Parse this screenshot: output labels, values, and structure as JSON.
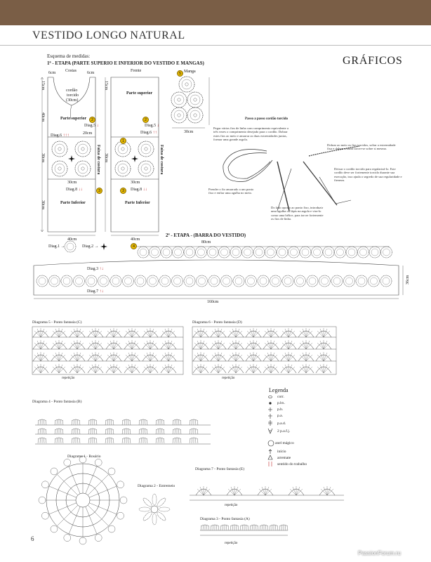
{
  "header": {
    "title": "VESTIDO LONGO NATURAL",
    "section": "GRÁFICOS"
  },
  "measures": {
    "caption": "Esquema de medidas:",
    "stage1": "1ª - ETAPA (PARTE SUPERIO E INFERIOR DO VESTIDO E MANGAS)",
    "costas": "Costas",
    "frente": "Frente",
    "manga": "Manga",
    "cm6a": "6cm",
    "cm6b": "6cm",
    "cordao": "cordão",
    "torcido": "torcido",
    "cm30cord": "(30cm)",
    "parte_superior_a": "Parte superior",
    "parte_superior_b": "Parte superior",
    "parte_inferior_a": "Parte Inferior",
    "parte_inferior_b": "Parte Inferior",
    "cm20": "20cm",
    "cm30a": "30cm",
    "cm30b": "30cm",
    "cm30c": "30cm",
    "cm40a": "40cm",
    "cm40b": "40cm",
    "cm15a": "15cm",
    "cm15b": "15cm",
    "cm40v": "40cm",
    "cm30va": "30cm",
    "cm30vb": "30cm",
    "cm30vc": "30cm",
    "faixa_a": "Faixa de costura",
    "faixa_b": "Faixa de costura",
    "diag6a": "Diag.6",
    "diag6b": "Diag.6",
    "diag5a": "Diag.5",
    "diag5b": "Diag.5",
    "diag8a": "Diag.8",
    "diag8b": "Diag.8",
    "badge1": "1",
    "badge2a": "2",
    "badge2b": "2",
    "badge3a": "3",
    "badge3b": "3",
    "badge5": "5",
    "badge4": "4"
  },
  "cord": {
    "title": "Passo a passo cordão torcido",
    "p1": "Pegar vários fios de linha com comprimento equivalente a três vezes o comprimento desejado para o cordão. Dobrar estes fios ao meio e amarrar as duas extremidades juntas, formar uma grande argola.",
    "p2": "Prender o fio amarrado a um ponto fixo e enfiar uma agulha no meio.",
    "p3": "Do lado oposto ao ponto fixo, introduzir uma agulha ou lápis na argola e vira-lo como uma hélice, para torcer fortemente os fios de linha.",
    "p4": "Dobrar ao meio os fios torcidos, soltar a extremidade fixa e dobrar a outra torcer-se sobre si mesmo.",
    "p5": "Deixar o cordão torcido para regularizá-lo. Este cordão deve ser fortemente torcido durante sua execução, isso ajuda o segredo de sua regularidade e firmeza."
  },
  "stage2": {
    "title": "2ª - ETAPA - (BARRA DO VESTIDO)",
    "cm80": "80cm",
    "cm160": "160cm",
    "cm36": "36cm",
    "diag1": "Diag.1",
    "diag2": "Diag.2",
    "diag3": "Diag.3",
    "diag7": "Diag.7"
  },
  "diagrams": {
    "d5": "Diagrama 5 - Ponto fantasia (C)",
    "d6": "Diagrama 6 - Ponto fantasia (D)",
    "d4": "Diagrama 4 - Ponto fantasia (B)",
    "d1": "Diagrama 1 - Rosário",
    "d2": "Diagrama 2 - Entremeio",
    "d7": "Diagrama 7 - Ponto fantasia (E)",
    "d3": "Diagrama 3 - Ponto fantasia (A)",
    "rep": "repetição"
  },
  "legend": {
    "title": "Legenda",
    "items": [
      "corr.",
      "p.bx.",
      "p.b.",
      "p.a.",
      "p.a.d.",
      "2 p.a.f.j.",
      "anel mágico",
      "início",
      "arremate",
      "sentido do trabalho"
    ]
  },
  "footer": {
    "page_number": "6",
    "watermark": "PassionForum.ru"
  },
  "colors": {
    "topbar": "#7a5e46",
    "accent": "#c0282a",
    "badge": "#e5b700"
  }
}
